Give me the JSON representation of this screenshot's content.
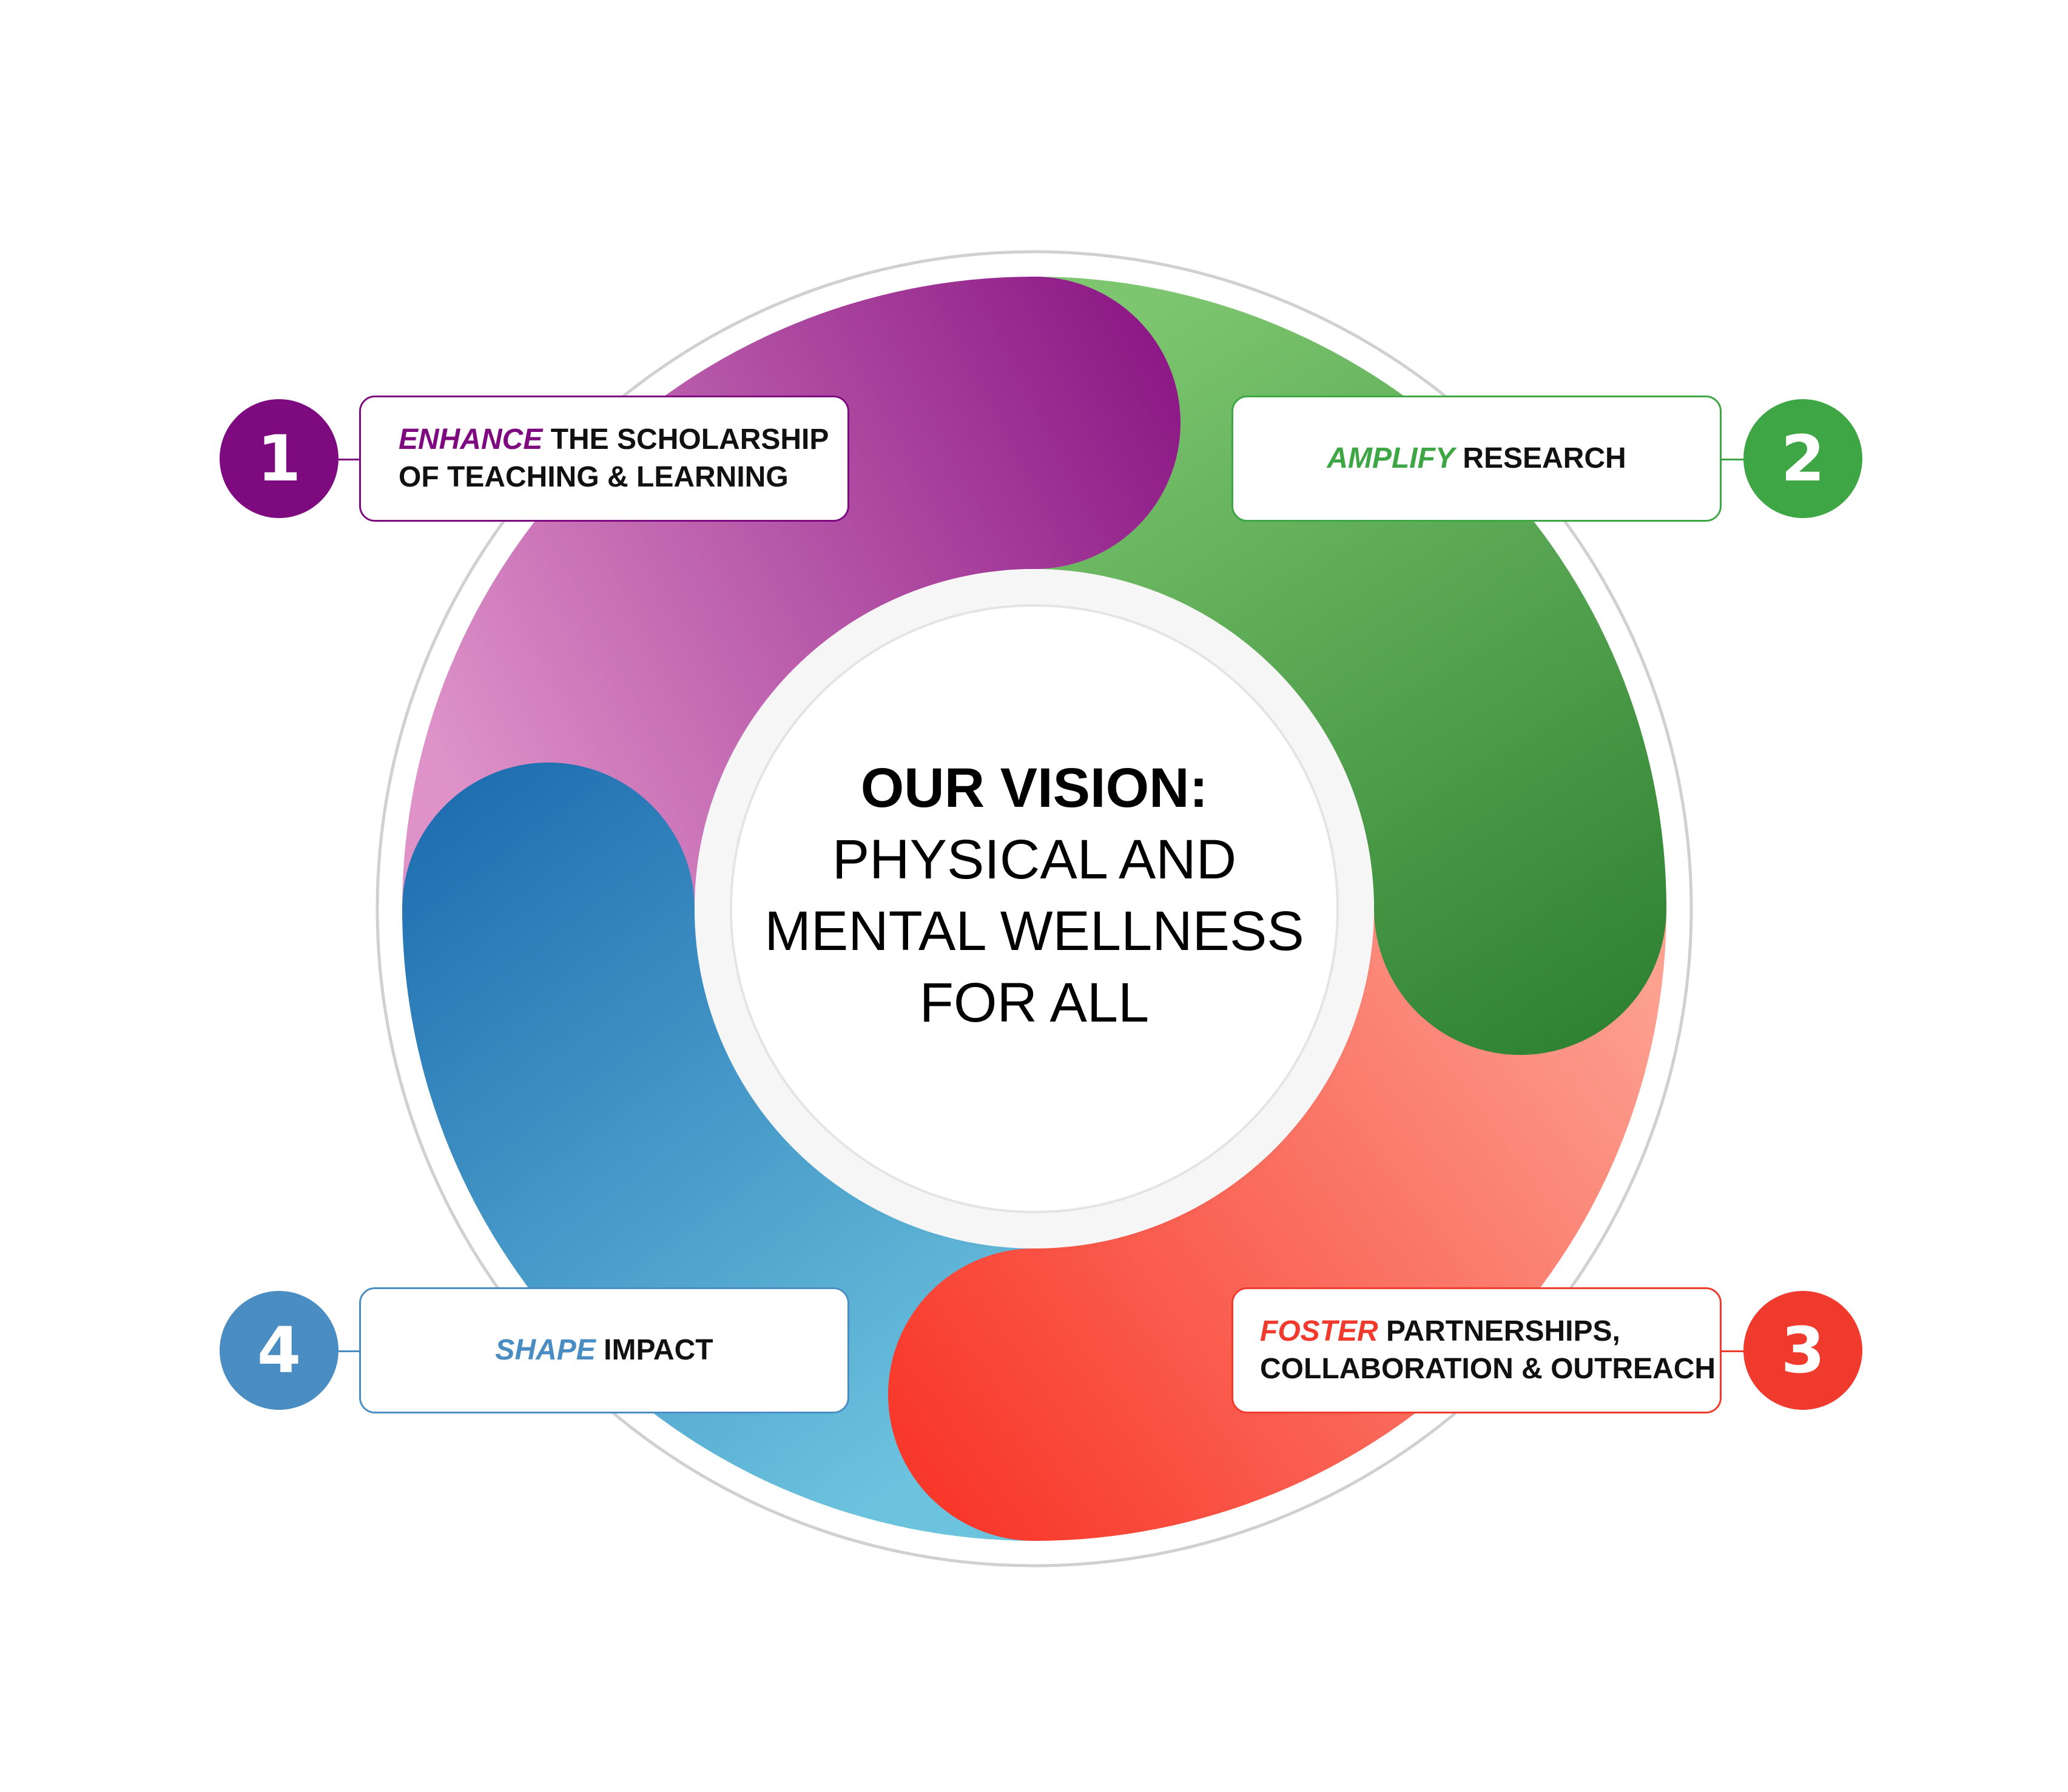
{
  "colors": {
    "purple": "#7D0A7F",
    "green": "#3FA645",
    "red": "#EF3A2D",
    "blue": "#4A8DC3",
    "ring": "#D0D0D0"
  },
  "center": {
    "heading": "OUR VISION:",
    "lines": [
      "PHYSICAL AND",
      "MENTAL WELLNESS",
      "FOR ALL"
    ]
  },
  "pillars": [
    {
      "number": "1",
      "keyword": "ENHANCE",
      "rest_line1": " THE SCHOLARSHIP",
      "rest_line2": "OF TEACHING & LEARNING",
      "color": "#7D0A7F"
    },
    {
      "number": "2",
      "keyword": "AMPLIFY",
      "rest_line1": " RESEARCH",
      "rest_line2": "",
      "color": "#3FA645"
    },
    {
      "number": "3",
      "keyword": "FOSTER",
      "rest_line1": " PARTNERSHIPS,",
      "rest_line2": "COLLABORATION & OUTREACH",
      "color": "#EF3A2D"
    },
    {
      "number": "4",
      "keyword": "SHAPE",
      "rest_line1": " IMPACT",
      "rest_line2": "",
      "color": "#4A8DC3"
    }
  ]
}
